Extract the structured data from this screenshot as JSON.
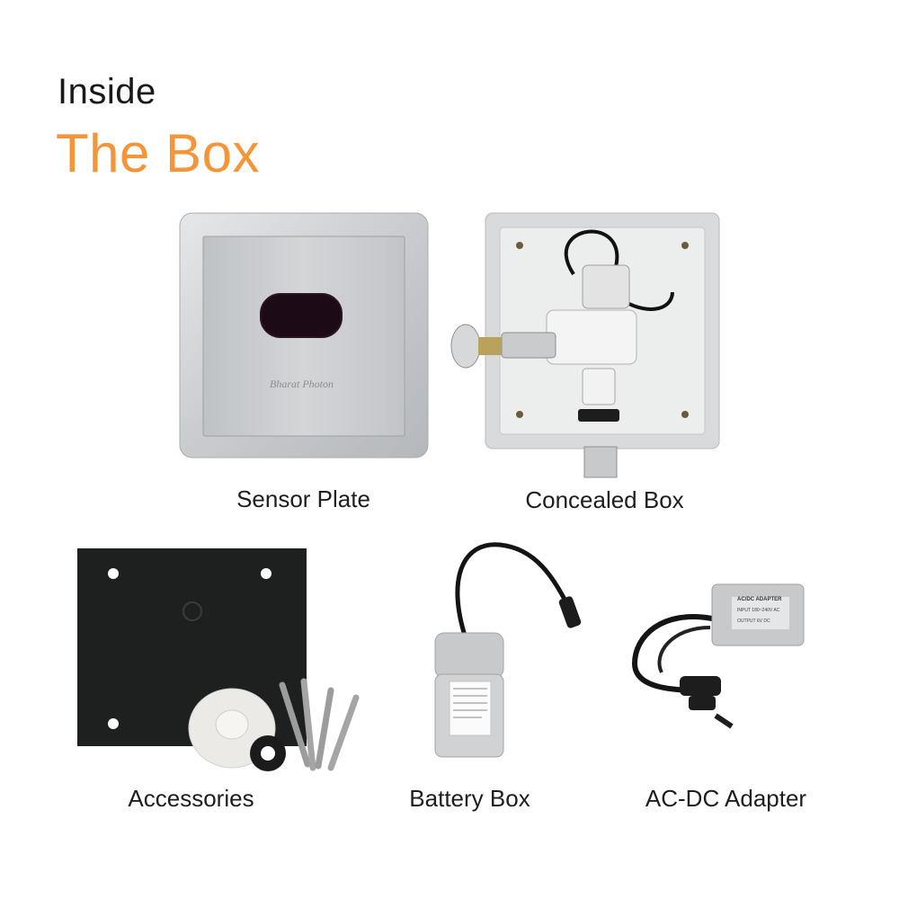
{
  "heading": {
    "line1": "Inside",
    "line2": "The Box"
  },
  "colors": {
    "accent": "#f5953a",
    "text": "#1e1e1e"
  },
  "items": [
    {
      "label": "Sensor Plate",
      "brand": "Bharat Photon"
    },
    {
      "label": "Concealed Box"
    },
    {
      "label": "Accessories"
    },
    {
      "label": "Battery Box"
    },
    {
      "label": "AC-DC Adapter",
      "adapter_title": "AC/DC ADAPTER",
      "adapter_input": "INPUT 180~240V AC",
      "adapter_output": "OUTPUT 6V DC"
    }
  ]
}
